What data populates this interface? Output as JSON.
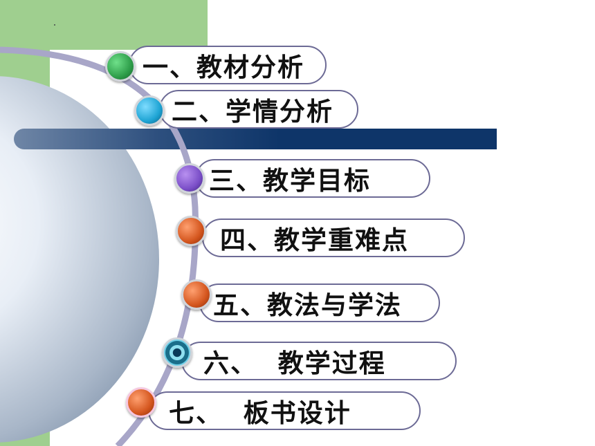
{
  "menu": {
    "items": [
      {
        "label": "一、教材分析",
        "bullet_color": "#2e9e4a"
      },
      {
        "label": "二、学情分析",
        "bullet_color": "#1ea4d4"
      },
      {
        "label": "三、教学目标",
        "bullet_color": "#7b4fc8"
      },
      {
        "label": "四、教学重难点",
        "bullet_color": "#d4561e"
      },
      {
        "label": "五、教法与学法",
        "bullet_color": "#d4561e"
      },
      {
        "label": "六、  教学过程",
        "bullet_color": "#1a6e8a"
      },
      {
        "label": "七、  板书设计",
        "bullet_color": "#d4561e"
      }
    ]
  },
  "colors": {
    "accent_green": "#9fcf8f",
    "bar_navy": "#0e3569",
    "arc": "#a8a6c8"
  }
}
